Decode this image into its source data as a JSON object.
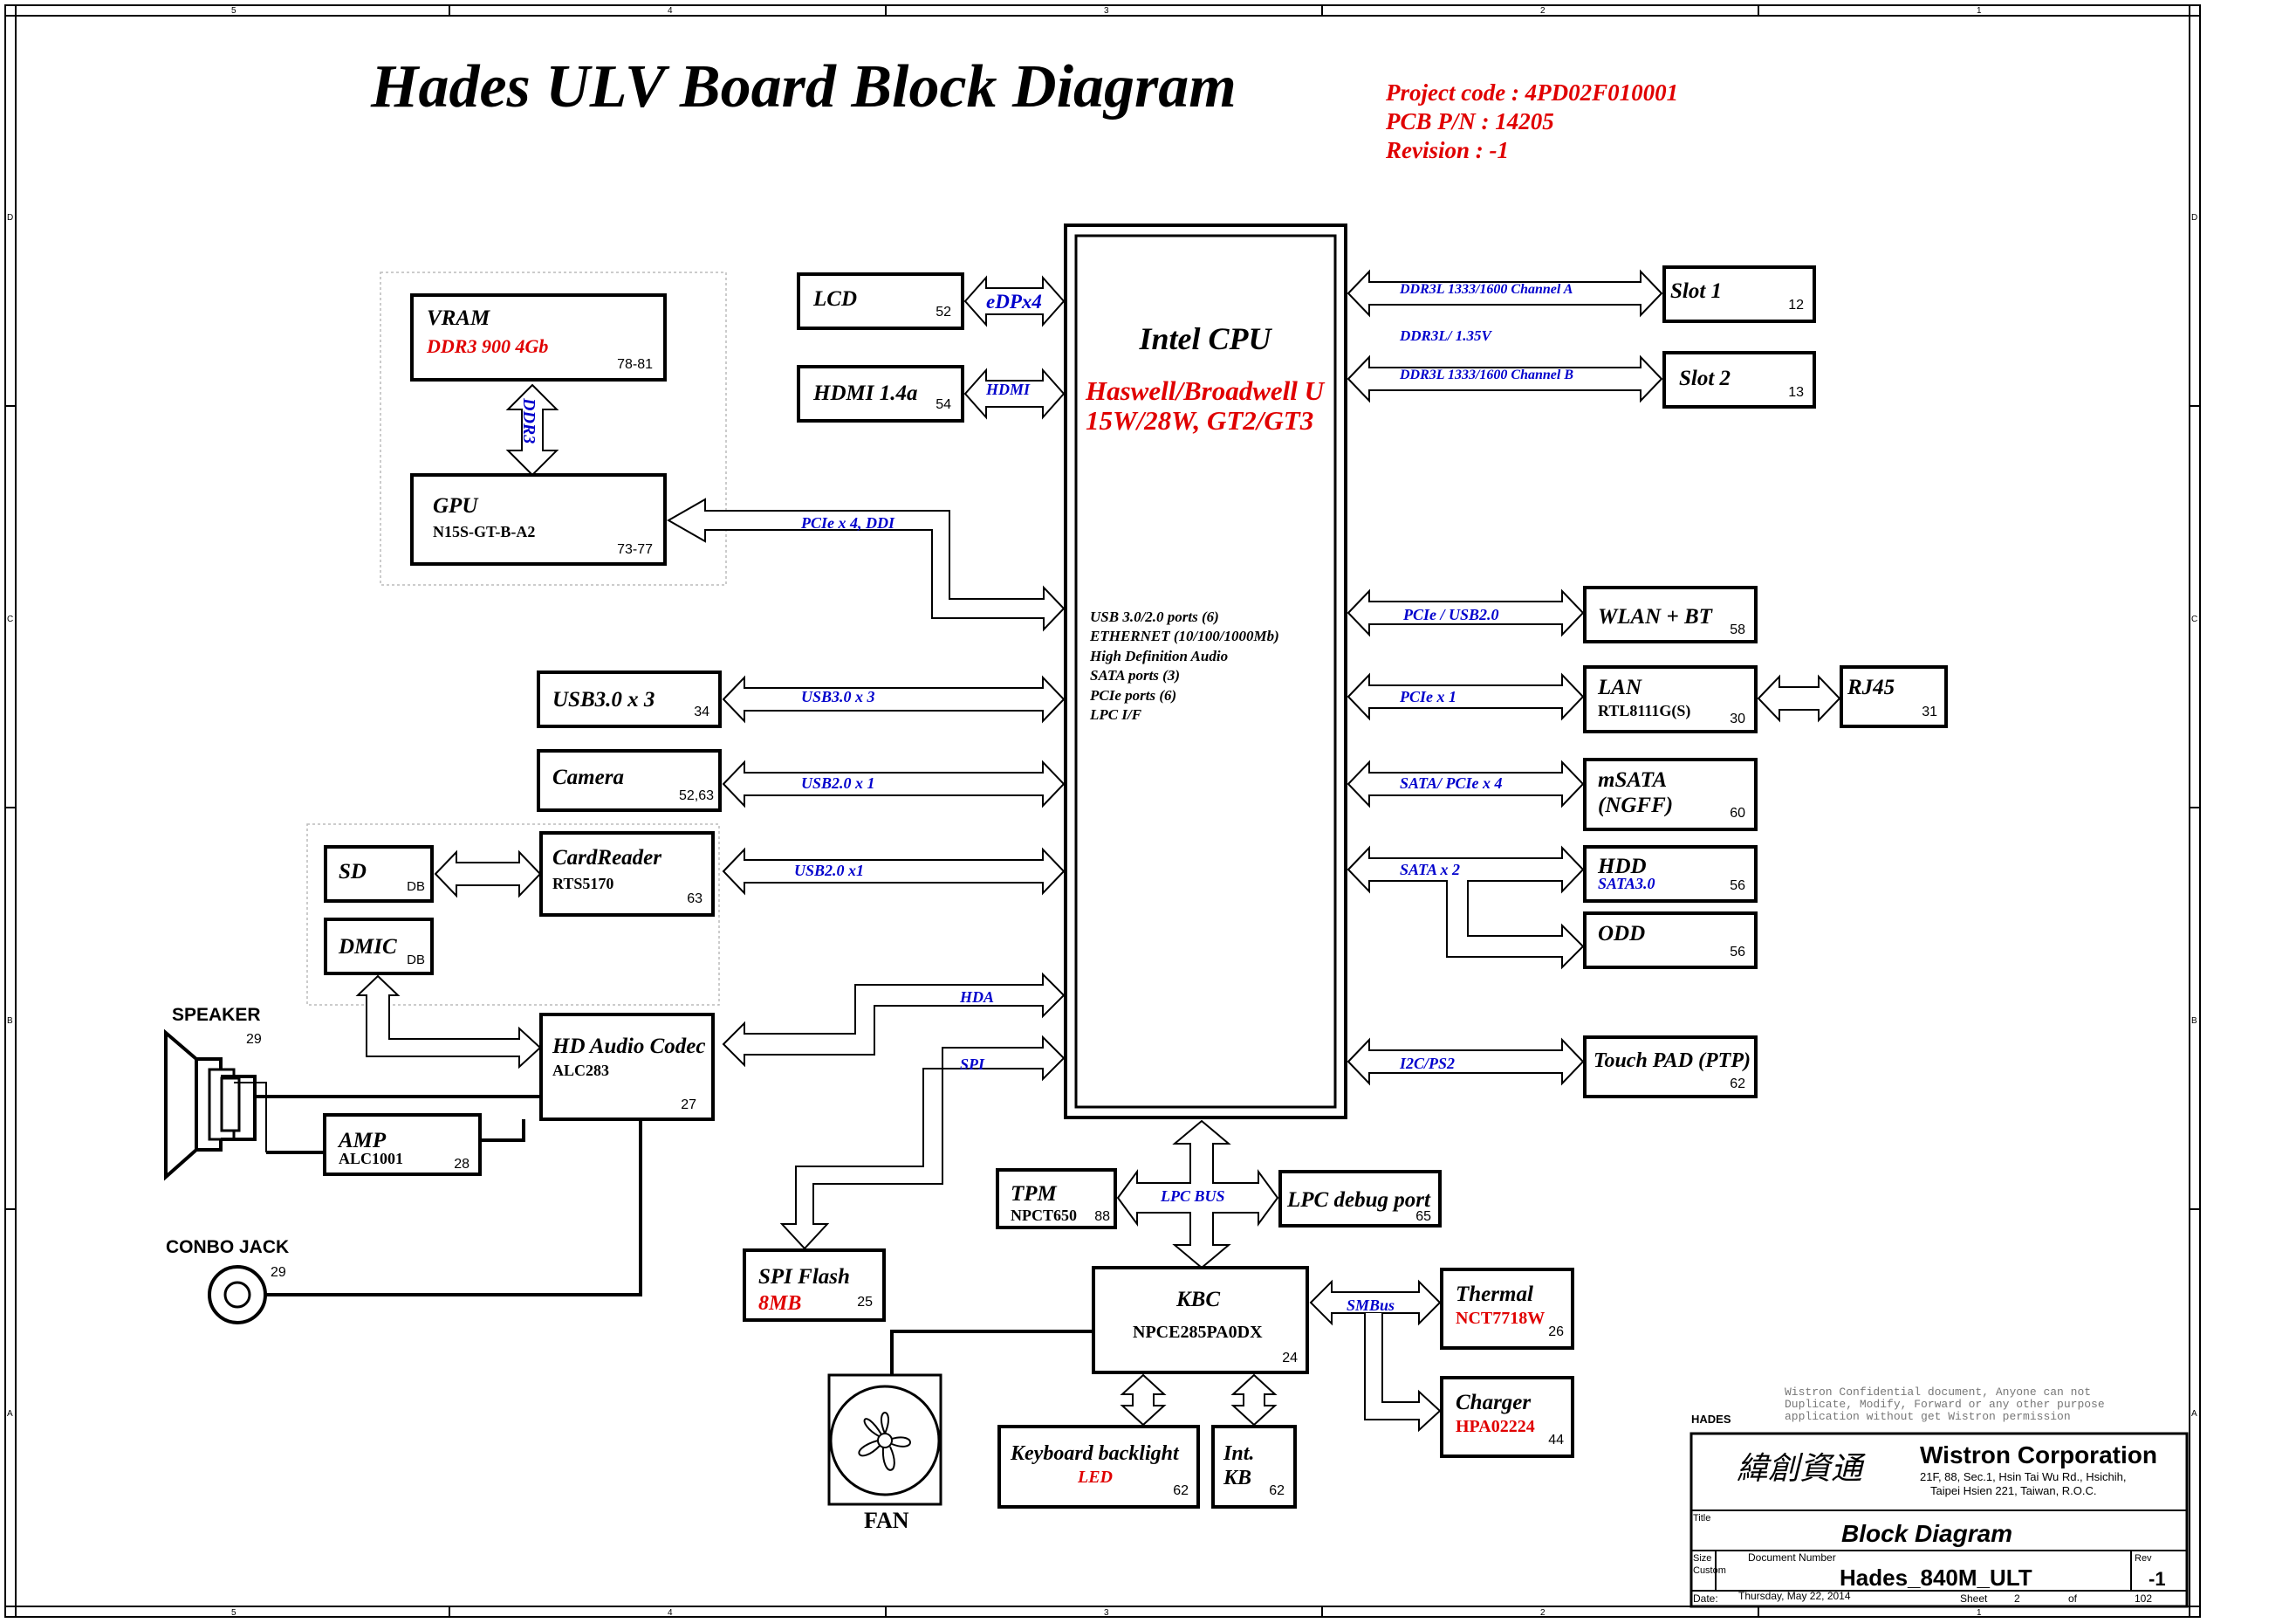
{
  "title": "Hades ULV  Board Block Diagram",
  "project": {
    "code": "Project code : 4PD02F010001",
    "pcb": "PCB P/N      : 14205",
    "revision": "Revision       : -1"
  },
  "border": {
    "cols": [
      "5",
      "4",
      "3",
      "2",
      "1"
    ],
    "rows": [
      "D",
      "C",
      "B",
      "A"
    ]
  },
  "cpu": {
    "name": "Intel CPU",
    "family": "Haswell/Broadwell U",
    "power": "15W/28W, GT2/GT3",
    "features": [
      "USB 3.0/2.0 ports (6)",
      "ETHERNET (10/100/1000Mb)",
      "High Definition Audio",
      "SATA ports (3)",
      "PCIe ports (6)",
      "LPC I/F"
    ]
  },
  "blocks": {
    "vram": {
      "name": "VRAM",
      "spec": "DDR3 900 4Gb",
      "page": "78-81"
    },
    "gpu": {
      "name": "GPU",
      "part": "N15S-GT-B-A2",
      "page": "73-77"
    },
    "lcd": {
      "name": "LCD",
      "page": "52"
    },
    "hdmi": {
      "name": "HDMI 1.4a",
      "page": "54"
    },
    "usb30": {
      "name": "USB3.0 x 3",
      "page": "34"
    },
    "camera": {
      "name": "Camera",
      "page": "52,63"
    },
    "cardreader": {
      "name": "CardReader",
      "part": "RTS5170",
      "page": "63"
    },
    "sd": {
      "name": "SD",
      "page": "DB"
    },
    "dmic": {
      "name": "DMIC",
      "page": "DB"
    },
    "audio": {
      "name": "HD Audio Codec",
      "part": "ALC283",
      "page": "27"
    },
    "amp": {
      "name": "AMP",
      "part": "ALC1001",
      "page": "28"
    },
    "speaker": {
      "name": "SPEAKER",
      "page": "29"
    },
    "combo": {
      "name": "CONBO JACK",
      "page": "29"
    },
    "spi": {
      "name": "SPI Flash",
      "spec": "8MB",
      "page": "25"
    },
    "tpm": {
      "name": "TPM",
      "part": "NPCT650",
      "page": "88"
    },
    "lpcdebug": {
      "name": "LPC debug  port",
      "page": "65"
    },
    "kbc": {
      "name": "KBC",
      "part": "NPCE285PA0DX",
      "page": "24"
    },
    "thermal": {
      "name": "Thermal",
      "part": "NCT7718W",
      "page": "26"
    },
    "charger": {
      "name": "Charger",
      "part": "HPA02224",
      "page": "44"
    },
    "kbl": {
      "name": "Keyboard backlight",
      "spec": "LED",
      "page": "62"
    },
    "intkb": {
      "name": "Int.",
      "name2": "KB",
      "page": "62"
    },
    "fan": {
      "name": "FAN"
    },
    "slot1": {
      "name": "Slot 1",
      "page": "12"
    },
    "slot2": {
      "name": "Slot 2",
      "page": "13"
    },
    "wlan": {
      "name": "WLAN + BT",
      "page": "58"
    },
    "lan": {
      "name": "LAN",
      "part": "RTL8111G(S)",
      "page": "30"
    },
    "rj45": {
      "name": "RJ45",
      "page": "31"
    },
    "msata": {
      "name": "mSATA",
      "name2": "(NGFF)",
      "page": "60"
    },
    "hdd": {
      "name": "HDD",
      "spec": "SATA3.0",
      "page": "56"
    },
    "odd": {
      "name": "ODD",
      "page": "56"
    },
    "touchpad": {
      "name": "Touch PAD (PTP)",
      "page": "62"
    }
  },
  "links": {
    "edp": "eDPx4",
    "hdmi": "HDMI",
    "pcie_gpu": "PCIe x 4, DDI",
    "ddr3": "DDR3",
    "usb30": "USB3.0 x 3",
    "usb20_cam": "USB2.0 x 1",
    "usb20_cr": "USB2.0 x1",
    "hda": "HDA",
    "spi": "SPI",
    "lpc": "LPC BUS",
    "smbus": "SMBus",
    "ddr_a": "DDR3L 1333/1600 Channel A",
    "ddr_v": "DDR3L/  1.35V",
    "ddr_b": "DDR3L 1333/1600 Channel B",
    "wlan": "PCIe / USB2.0",
    "lan": "PCIe x 1",
    "msata": "SATA/ PCIe x 4",
    "sata": "SATA x 2",
    "i2c": "I2C/PS2"
  },
  "titleblock": {
    "confidential": [
      "Wistron Confidential document, Anyone can not",
      "Duplicate, Modify, Forward or any other purpose",
      "application without get Wistron permission"
    ],
    "project_tag": "HADES",
    "company_cn": "緯創資通",
    "company": "Wistron Corporation",
    "address1": "21F, 88, Sec.1, Hsin Tai Wu Rd., Hsichih,",
    "address2": "Taipei Hsien 221, Taiwan, R.O.C.",
    "title_label": "Title",
    "title": "Block Diagram",
    "size_label": "Size",
    "size": "Custom",
    "docnum_label": "Document Number",
    "docnum": "Hades_840M_ULT",
    "rev_label": "Rev",
    "rev": "-1",
    "date_label": "Date:",
    "date": "Thursday, May 22, 2014",
    "sheet_label": "Sheet",
    "sheet": "2",
    "of_label": "of",
    "total": "102"
  }
}
